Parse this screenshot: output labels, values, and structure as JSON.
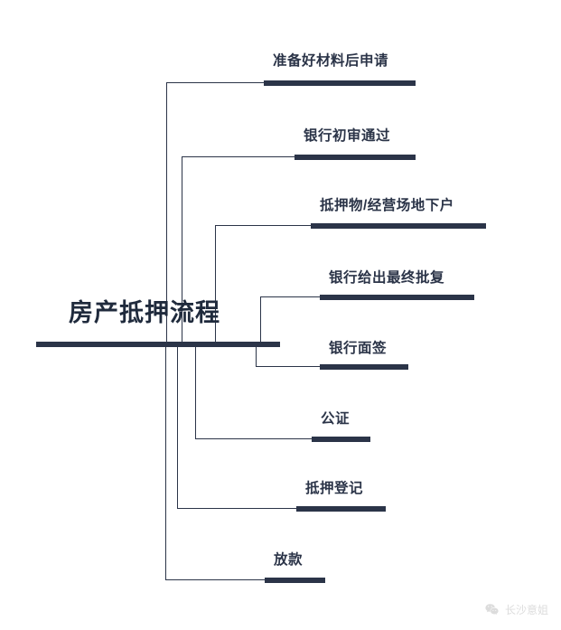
{
  "diagram": {
    "type": "bracket-tree",
    "title": "房产抵押流程",
    "accent_color": "#2b3448",
    "background_color": "#ffffff",
    "steps": [
      {
        "index": 1,
        "label": "准备好材料后申请"
      },
      {
        "index": 2,
        "label": "银行初审通过"
      },
      {
        "index": 3,
        "label": "抵押物/经营场地下户"
      },
      {
        "index": 4,
        "label": "银行给出最终批复"
      },
      {
        "index": 5,
        "label": "银行面签"
      },
      {
        "index": 6,
        "label": "公证"
      },
      {
        "index": 7,
        "label": "抵押登记"
      },
      {
        "index": 8,
        "label": "放款"
      }
    ]
  },
  "watermark": {
    "icon": "wechat-icon",
    "text": "长沙意姐",
    "color": "#8d8d8d"
  }
}
